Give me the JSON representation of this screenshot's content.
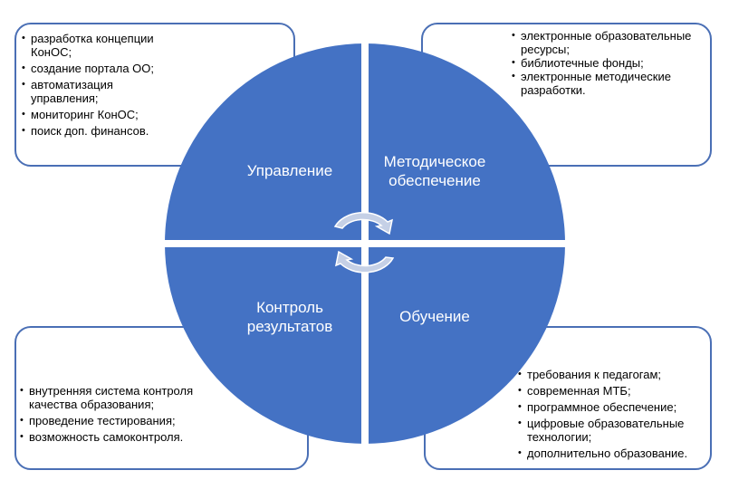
{
  "quadrants": {
    "management": {
      "title": "Управление",
      "items": [
        "разработка концепции КонОС;",
        "создание портала ОО;",
        "автоматизация управления;",
        "мониторинг КонОС;",
        "поиск доп. финансов."
      ]
    },
    "methodical": {
      "title_line1": "Методическое",
      "title_line2": "обеспечение",
      "items": [
        "электронные образовательные ресурсы;",
        "библиотечные фонды;",
        "электронные методические разработки."
      ]
    },
    "control": {
      "title_line1": "Контроль",
      "title_line2": "результатов",
      "items": [
        "внутренняя система контроля качества образования;",
        "проведение тестирования;",
        "возможность самоконтроля."
      ]
    },
    "training": {
      "title": "Обучение",
      "items": [
        "требования к педагогам;",
        "современная МТБ;",
        "программное обеспечение;",
        "цифровые образовательные технологии;",
        "дополнительно образование."
      ]
    }
  },
  "colors": {
    "circle": "#4472c4",
    "border": "#4a6fb5",
    "arrow": "#c5d0e6"
  }
}
